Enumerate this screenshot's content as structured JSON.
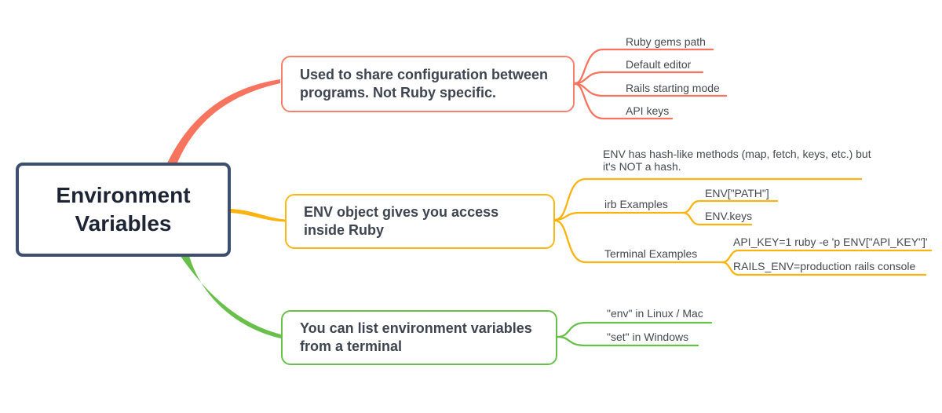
{
  "root": {
    "label": "Environment Variables"
  },
  "colors": {
    "root_border": "#3e4e6e",
    "red": "#f8745f",
    "yellow": "#fbb30f",
    "green": "#68c04a",
    "text": "#45494e"
  },
  "branches": [
    {
      "id": "shared-config",
      "color": "#f8745f",
      "topic": "Used to share configuration between programs. Not Ruby specific.",
      "children": [
        {
          "label": "Ruby gems path"
        },
        {
          "label": "Default editor"
        },
        {
          "label": "Rails starting mode"
        },
        {
          "label": "API keys"
        }
      ]
    },
    {
      "id": "env-object",
      "color": "#fbb30f",
      "topic": "ENV object gives you access inside Ruby",
      "children": [
        {
          "label": "ENV has hash-like methods (map, fetch, keys, etc.) but it's NOT a hash."
        },
        {
          "label": "irb Examples",
          "children": [
            {
              "label": "ENV[\"PATH\"]"
            },
            {
              "label": "ENV.keys"
            }
          ]
        },
        {
          "label": "Terminal Examples",
          "children": [
            {
              "label": "API_KEY=1 ruby -e 'p ENV[\"API_KEY\"]'"
            },
            {
              "label": "RAILS_ENV=production rails console"
            }
          ]
        }
      ]
    },
    {
      "id": "list-env",
      "color": "#68c04a",
      "topic": "You can list environment variables from a terminal",
      "children": [
        {
          "label": "\"env\" in Linux / Mac"
        },
        {
          "label": "\"set\" in Windows"
        }
      ]
    }
  ]
}
